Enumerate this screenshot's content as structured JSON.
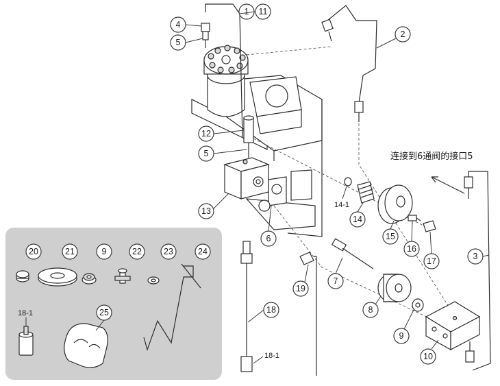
{
  "callouts": {
    "c1": "1",
    "c11": "11",
    "c2": "2",
    "c3": "3",
    "c4": "4",
    "c5a": "5",
    "c5b": "5",
    "c6": "6",
    "c7": "7",
    "c8": "8",
    "c9a": "9",
    "c9b": "9",
    "c10": "10",
    "c12": "12",
    "c13": "13",
    "c14": "14",
    "c15": "15",
    "c16": "16",
    "c17": "17",
    "c18": "18",
    "c19": "19",
    "c20": "20",
    "c21": "21",
    "c22": "22",
    "c23": "23",
    "c24": "24",
    "c25": "25"
  },
  "labels": {
    "l14_1": "14-1",
    "l18_1_kit": "18-1",
    "l18_1_main": "18-1"
  },
  "note": "连接到6通阀的接口5",
  "colors": {
    "kit_panel": "#cfcfcf",
    "line": "#2b2b2b"
  }
}
